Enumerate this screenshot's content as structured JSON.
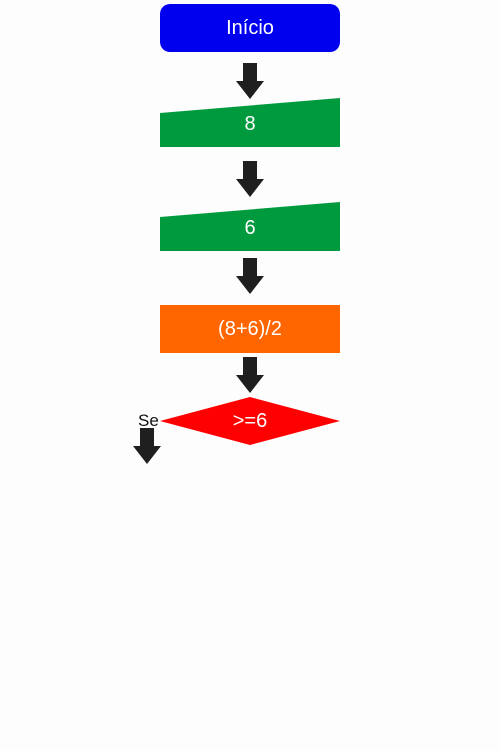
{
  "flowchart": {
    "start": {
      "label": "Início",
      "color": "#0000ee"
    },
    "input_1": {
      "label": "8",
      "color": "#009a3e"
    },
    "input_2": {
      "label": "6",
      "color": "#009a3e"
    },
    "process": {
      "label": "(8+6)/2",
      "color": "#ff6600"
    },
    "decision": {
      "label": ">=6",
      "color": "#ff0000"
    },
    "branch_label": "Se",
    "arrow_color": "#1f1f1f"
  }
}
